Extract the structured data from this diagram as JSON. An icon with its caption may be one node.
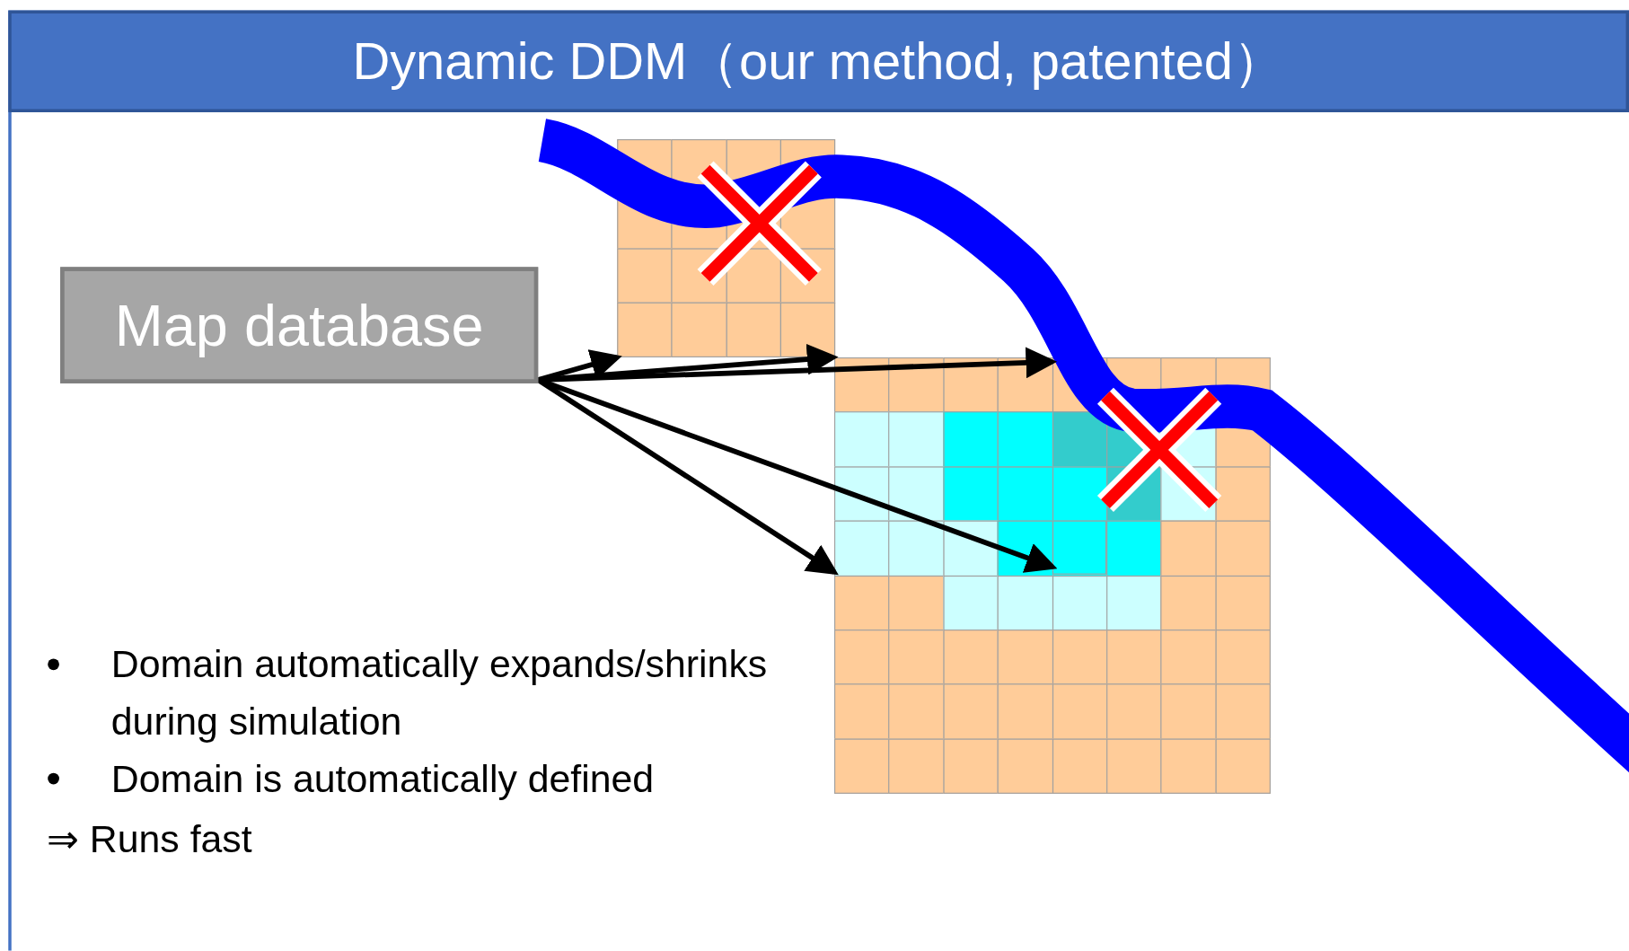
{
  "diagram": {
    "title": "Dynamic DDM（our method, patented）",
    "nodes": [
      {
        "text": [
          "Map database"
        ]
      },
      {
        "text": [],
        "shape": "box"
      },
      {
        "text": [],
        "shape": "box"
      },
      {
        "text": [],
        "shape": "box",
        "in": 2
      }
    ],
    "edges": [
      {
        "from": 0,
        "to": 1,
        "arrow": "to"
      },
      {
        "from": 0,
        "to": 1,
        "arrow": "to"
      },
      {
        "from": 0,
        "to": 2,
        "arrow": "to"
      },
      {
        "from": 0,
        "to": 2,
        "arrow": "to"
      },
      {
        "from": 0,
        "to": 3,
        "arrow": "to"
      }
    ],
    "labels": [
      "Domain automatically expands/shrinks during simulation",
      "Domain is automatically defined",
      "⇒ Runs fast"
    ]
  }
}
